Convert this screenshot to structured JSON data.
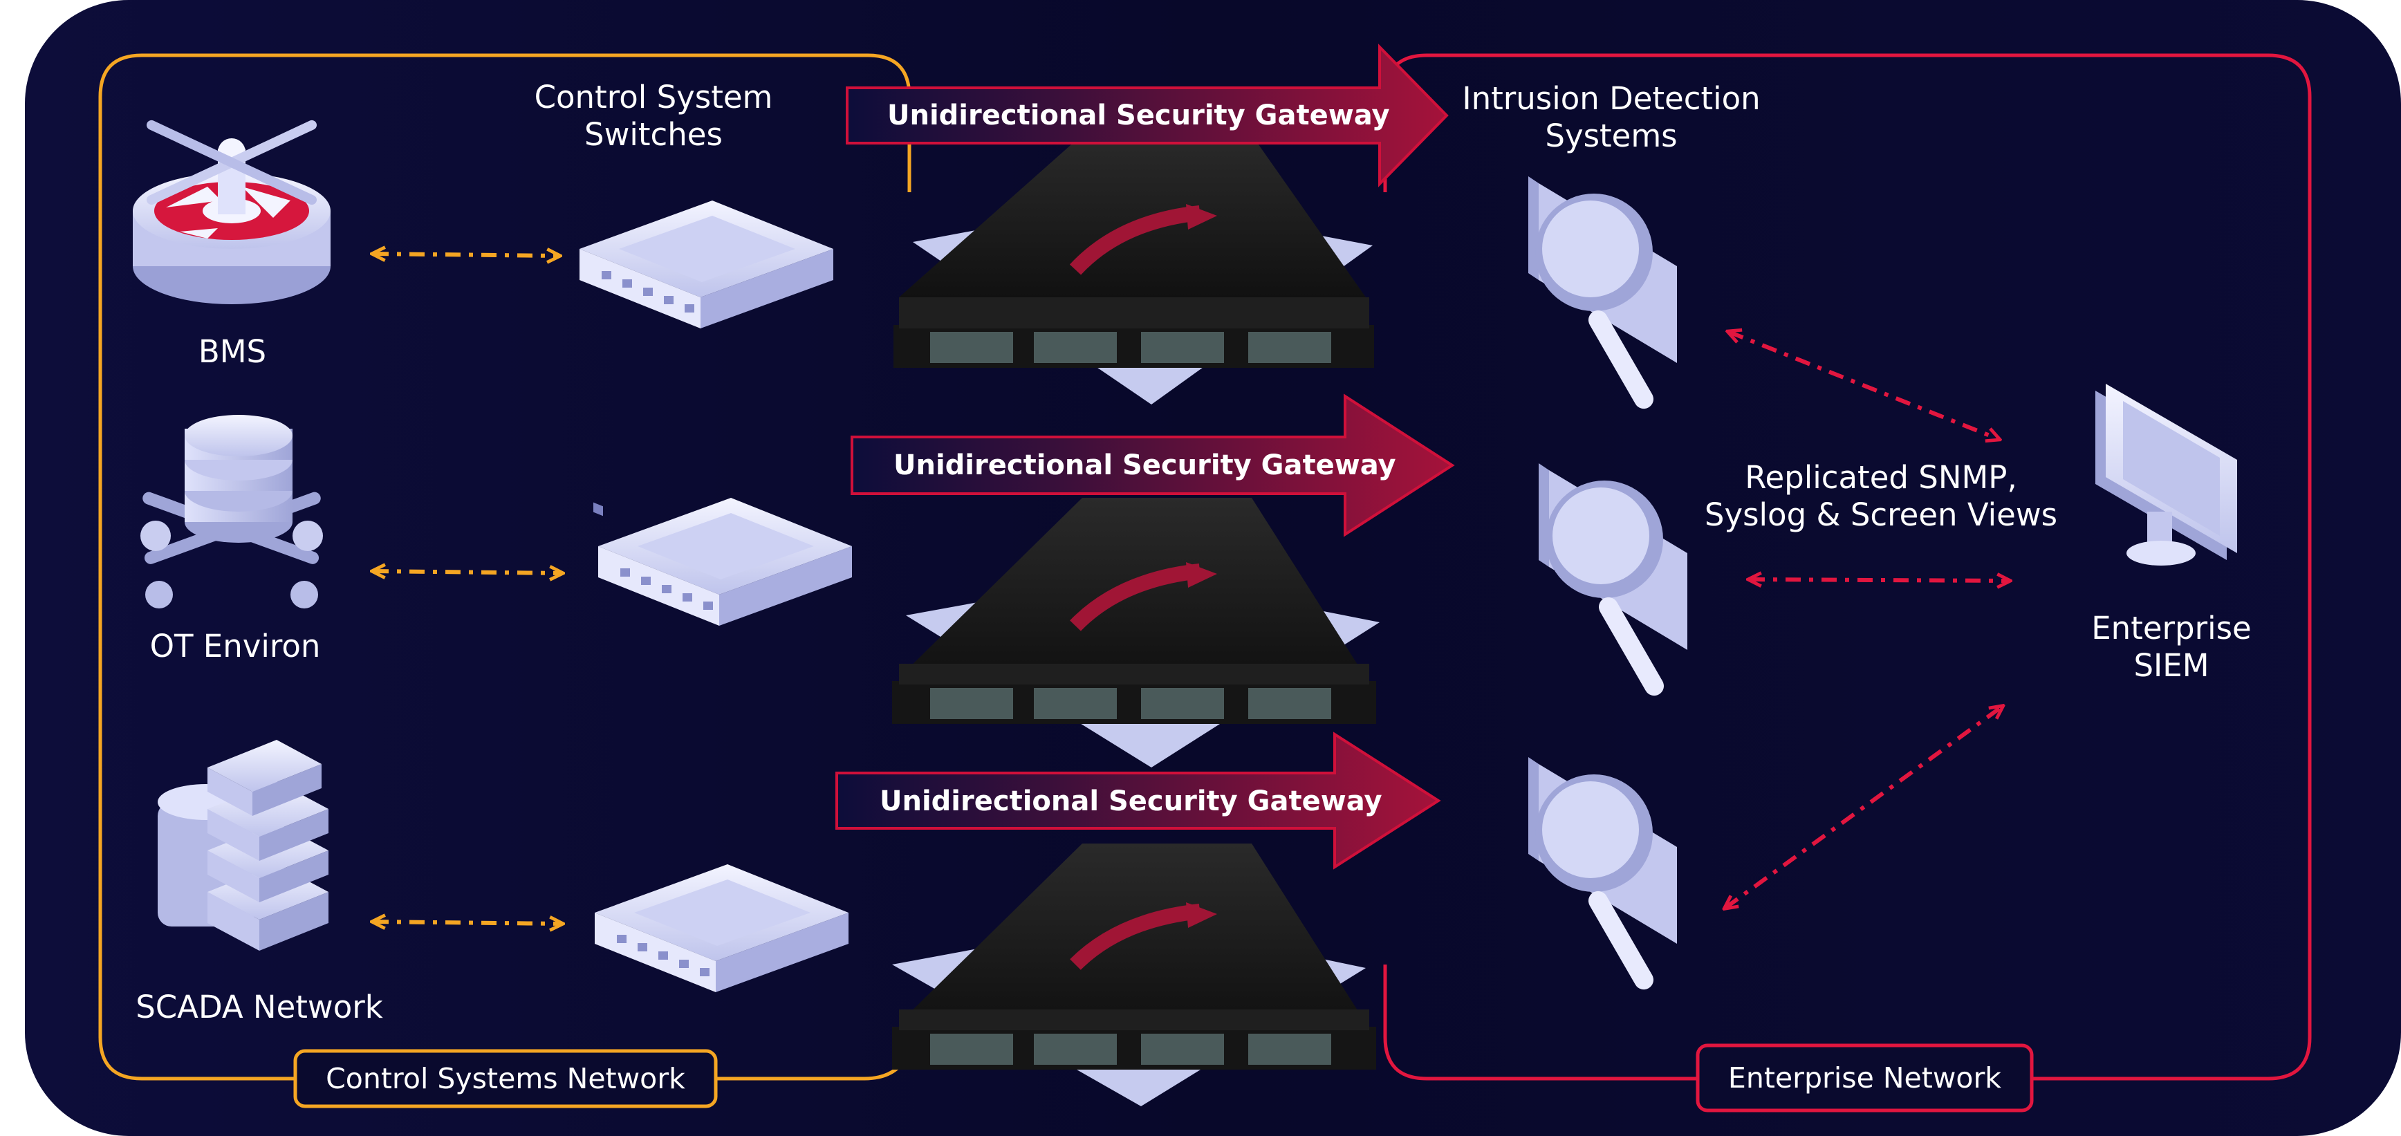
{
  "labels": {
    "control_system_switches": [
      "Control System",
      "Switches"
    ],
    "intrusion_detection": [
      "Intrusion Detection",
      "Systems"
    ],
    "bms": "BMS",
    "ot_environ": "OT Environ",
    "scada_network": "SCADA Network",
    "replicated": [
      "Replicated SNMP,",
      "Syslog & Screen Views"
    ],
    "enterprise_siem": [
      "Enterprise",
      "SIEM"
    ]
  },
  "gateways": [
    {
      "label": "Unidirectional Security Gateway"
    },
    {
      "label": "Unidirectional Security Gateway"
    },
    {
      "label": "Unidirectional Security Gateway"
    }
  ],
  "networks": {
    "control": "Control Systems Network",
    "enterprise": "Enterprise Network"
  },
  "colors": {
    "background": "#0a0a2e",
    "control_network": "#f5a623",
    "enterprise_network": "#e2163f",
    "gateway_arrow": "#8b0f2e",
    "device": "#c9cdf0",
    "hardware": "#1a1a1a"
  },
  "icons": {
    "bms": "turbine-icon",
    "ot_environ": "database-icon",
    "scada_network": "server-stack-icon",
    "switch": "network-switch-icon",
    "gateway_hardware": "rack-appliance-icon",
    "ids": "magnifier-document-icon",
    "siem": "monitor-icon"
  }
}
